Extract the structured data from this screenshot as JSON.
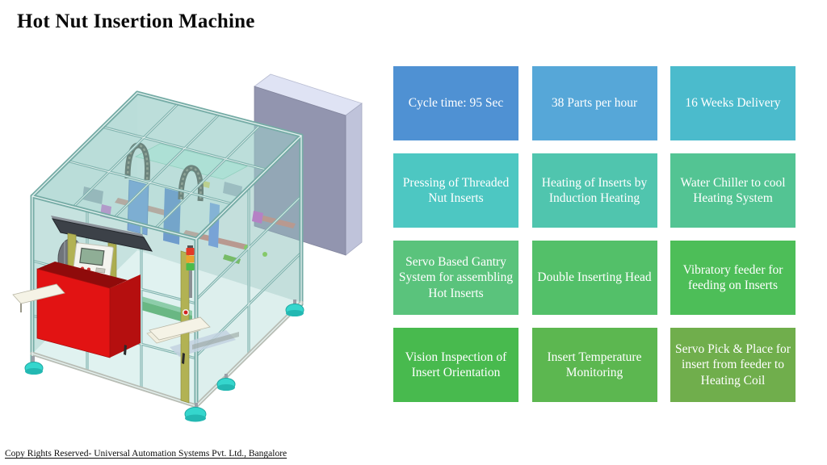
{
  "page": {
    "title": "Hot Nut Insertion Machine",
    "footer": "Copy Rights Reserved- Universal Automation Systems Pvt. Ltd., Bangalore"
  },
  "grid": {
    "cells": [
      {
        "label": "Cycle time: 95 Sec",
        "color": "#4F91D3"
      },
      {
        "label": "38 Parts per hour",
        "color": "#56A7D8"
      },
      {
        "label": "16 Weeks Delivery",
        "color": "#4BBBCC"
      },
      {
        "label": "Pressing of Threaded Nut Inserts",
        "color": "#4DC7C2"
      },
      {
        "label": "Heating of Inserts by Induction Heating",
        "color": "#50C5AE"
      },
      {
        "label": "Water Chiller to cool Heating System",
        "color": "#53C493"
      },
      {
        "label": "Servo Based Gantry System for assembling Hot Inserts",
        "color": "#5AC37C"
      },
      {
        "label": "Double Inserting Head",
        "color": "#53C069"
      },
      {
        "label": "Vibratory feeder for feeding on Inserts",
        "color": "#4DBE58"
      },
      {
        "label": "Vision Inspection of Insert Orientation",
        "color": "#48BA4E"
      },
      {
        "label": "Insert Temperature Monitoring",
        "color": "#5CB750"
      },
      {
        "label": "Servo Pick & Place for insert from feeder to Heating Coil",
        "color": "#70AE4C"
      }
    ]
  },
  "machine": {
    "name": "hot-nut-insertion-machine-3d-cad-render",
    "palette": {
      "frame_teal": "#7FB3AE",
      "glass_panel": "#BFE3DF",
      "cabinet_front": "#9295AF",
      "cabinet_top": "#DFE3F4",
      "cabinet_side": "#BFC3DA",
      "chute_red": "#E21313",
      "chute_red_dark": "#B50F0F",
      "leveling_feet": "#35D6CD",
      "hmi_panel": "#F4F4EF",
      "hmi_screen": "#8FAE96",
      "deck_green": "#3FA050",
      "tower_red": "#E23A28",
      "tower_amber": "#EAA32E",
      "tower_green": "#4BBC4A",
      "cable_chain": "#3A332D",
      "shelf_cream": "#F5F3E6"
    }
  }
}
